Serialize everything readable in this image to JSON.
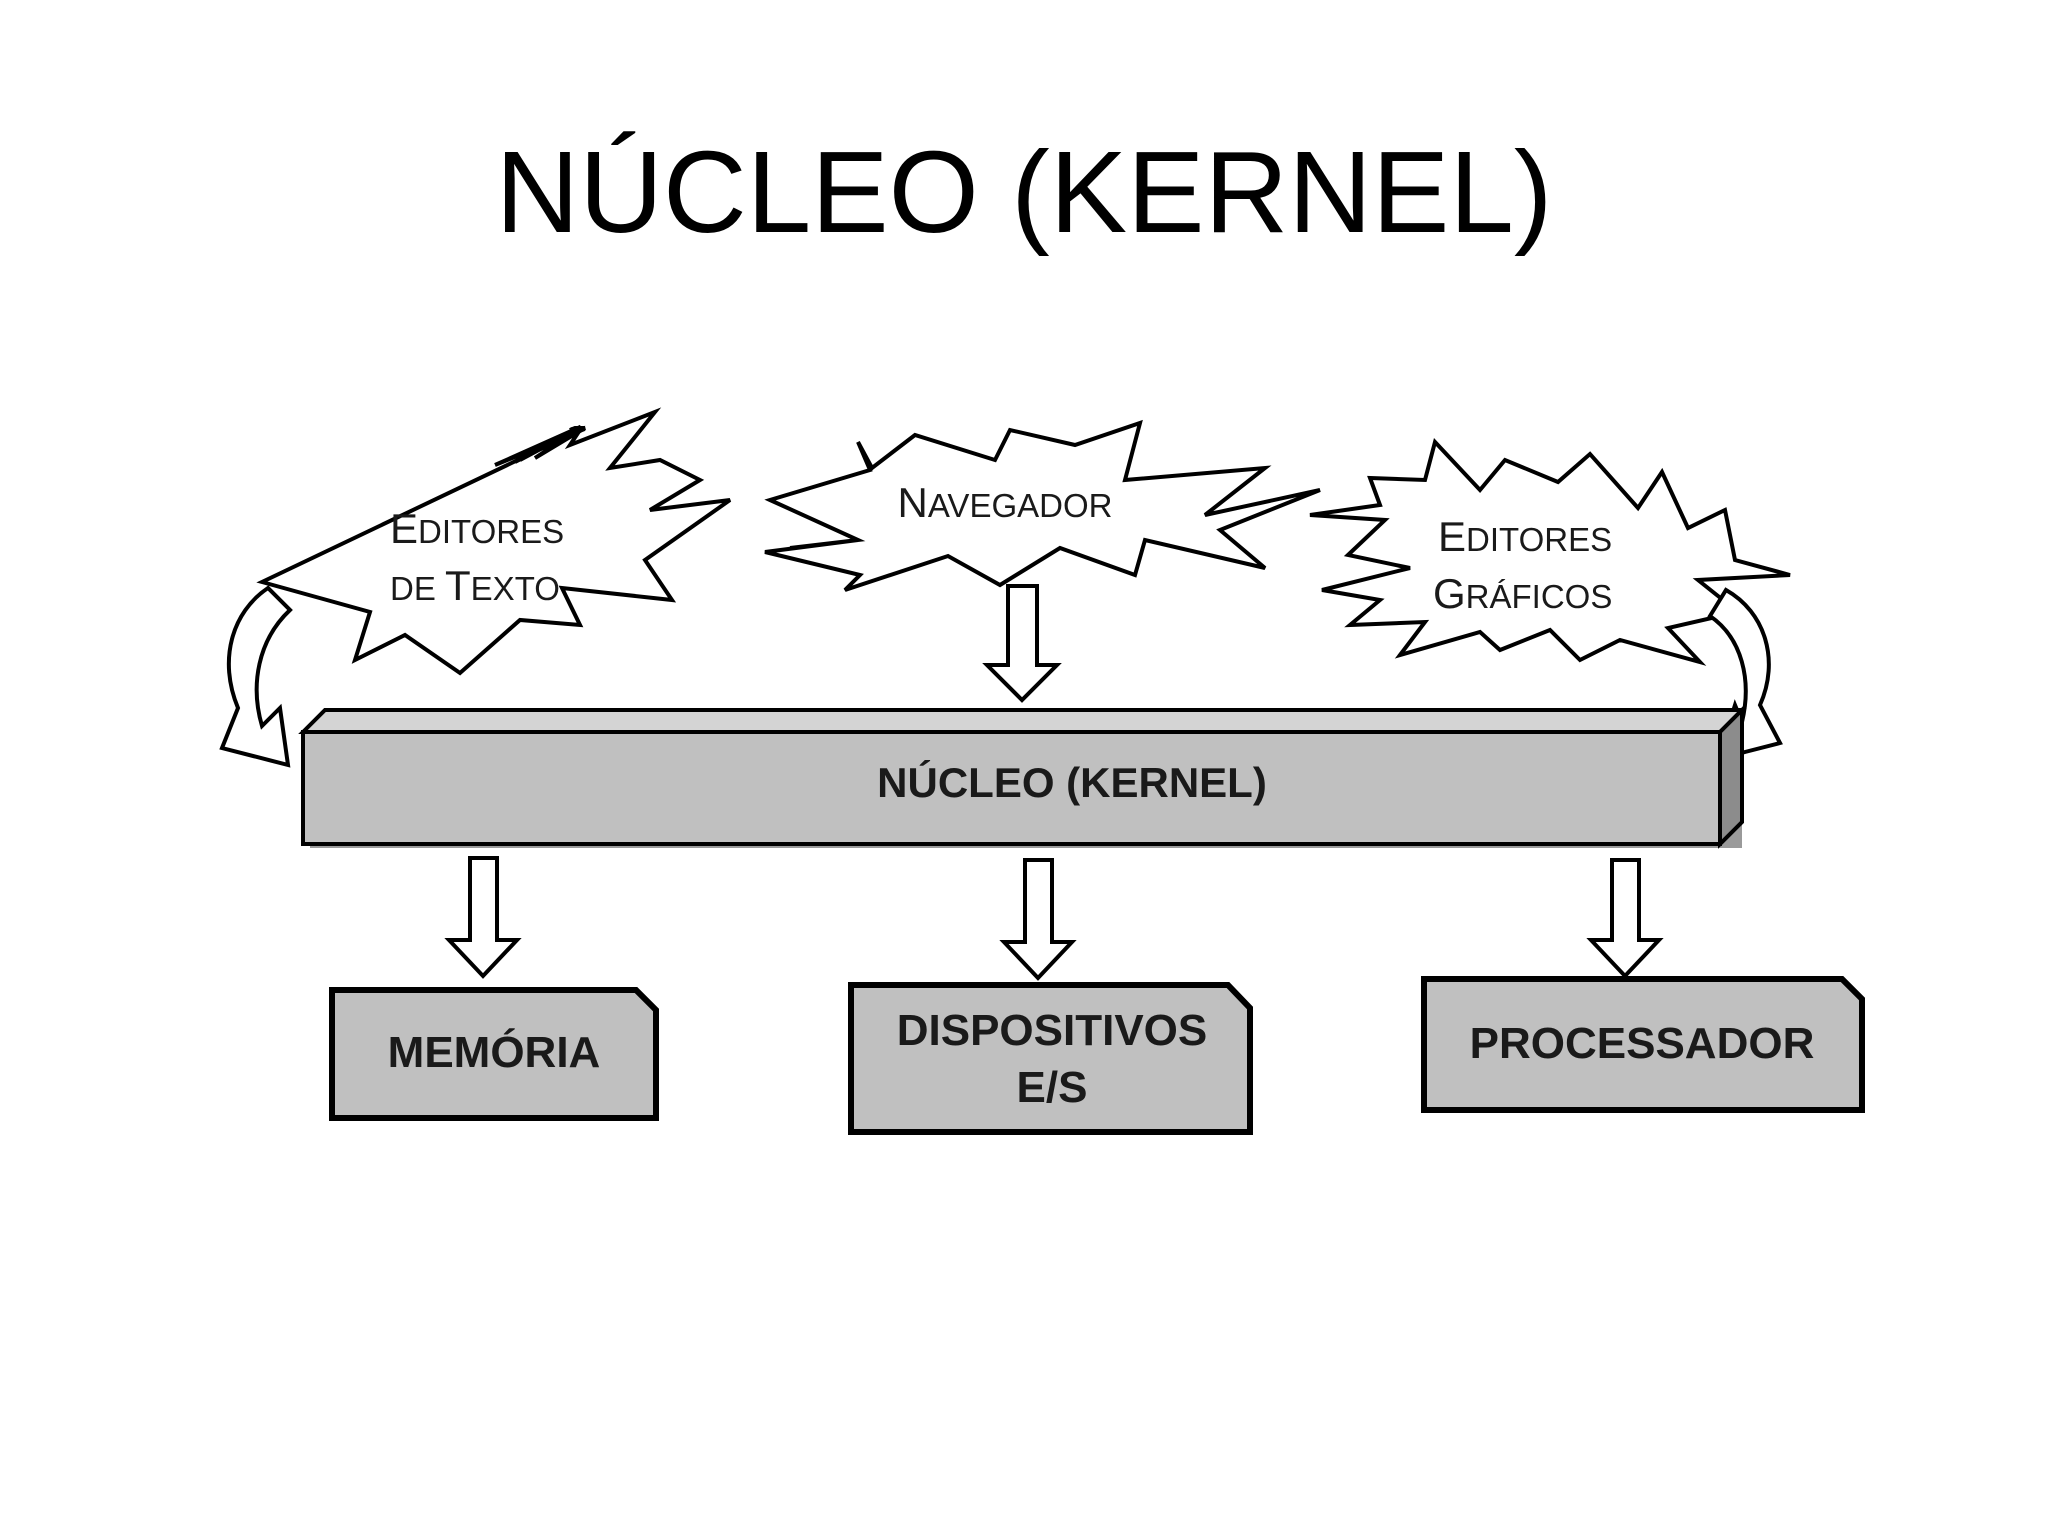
{
  "slide": {
    "title": "NÚCLEO (KERNEL)"
  },
  "diagram": {
    "applications": [
      {
        "lines": [
          [
            "E",
            "DITORES"
          ],
          [
            "DE ",
            "T",
            "EXTO"
          ]
        ]
      },
      {
        "lines": [
          [
            "N",
            "AVEGADOR"
          ]
        ]
      },
      {
        "lines": [
          [
            "E",
            "DITORES"
          ],
          [
            "G",
            "RÁFICOS"
          ]
        ]
      }
    ],
    "kernel_label": "NÚCLEO (KERNEL)",
    "resources": [
      {
        "lines": [
          "MEMÓRIA"
        ]
      },
      {
        "lines": [
          "DISPOSITIVOS",
          "E/S"
        ]
      },
      {
        "lines": [
          "PROCESSADOR"
        ]
      }
    ]
  },
  "colors": {
    "background": "#ffffff",
    "kernel_fill": "#c0c0c0",
    "box_fill": "#c0c0c0",
    "outline": "#000000"
  }
}
